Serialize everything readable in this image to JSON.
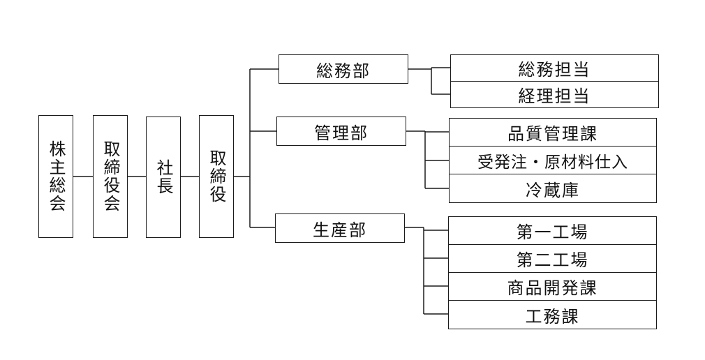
{
  "chain": {
    "shareholders": "株主総会",
    "board": "取締役会",
    "president": "社長",
    "director": "取締役"
  },
  "departments": [
    {
      "name": "総務部",
      "sections": [
        "総務担当",
        "経理担当"
      ]
    },
    {
      "name": "管理部",
      "sections": [
        "品質管理課",
        "受発注・原材料仕入",
        "冷蔵庫"
      ]
    },
    {
      "name": "生産部",
      "sections": [
        "第一工場",
        "第二工場",
        "商品開発課",
        "工務課"
      ]
    }
  ]
}
